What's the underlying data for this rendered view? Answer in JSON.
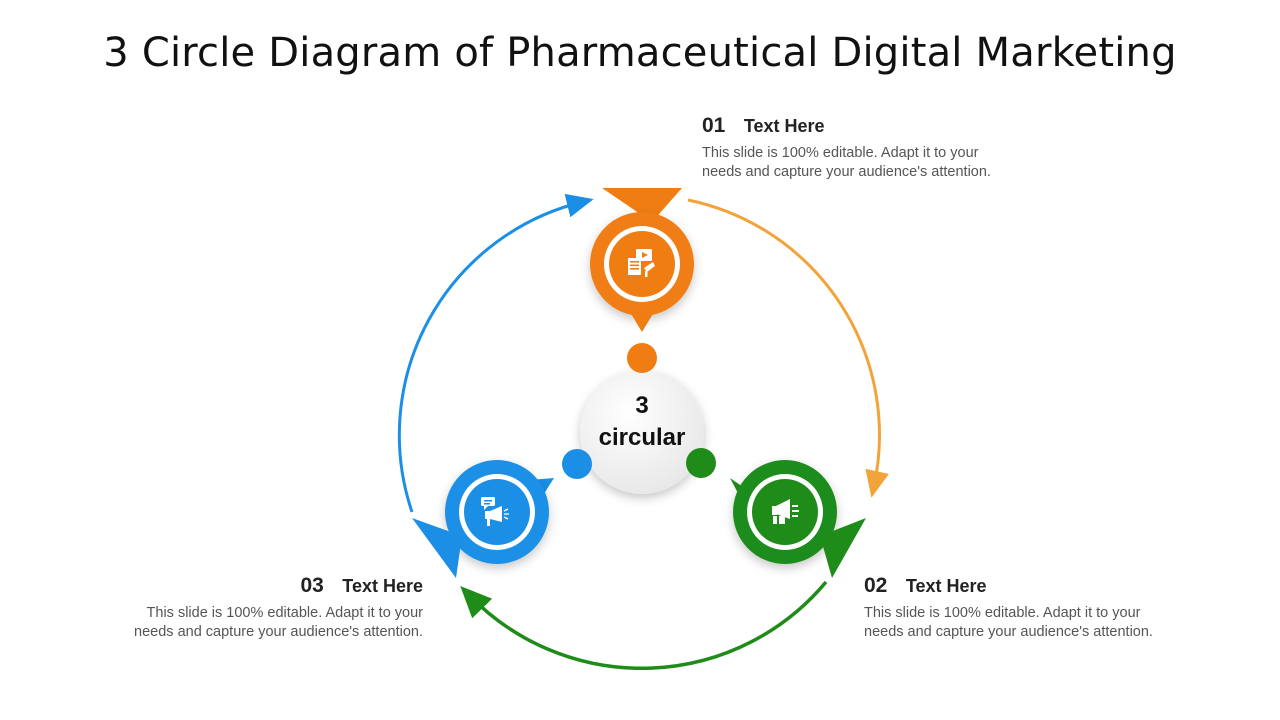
{
  "title": "3 Circle Diagram of Pharmaceutical Digital Marketing",
  "center": {
    "line1": "3",
    "line2": "circular"
  },
  "items": [
    {
      "number": "01",
      "label": "Text Here",
      "desc1": "This slide is 100% editable. Adapt it to your",
      "desc2": "needs and capture your audience's attention.",
      "color": "#f07d12",
      "icon": "video-document-icon"
    },
    {
      "number": "02",
      "label": "Text Here",
      "desc1": "This slide is 100% editable. Adapt it to your",
      "desc2": "needs and capture your audience's attention.",
      "color": "#1f8c1a",
      "icon": "megaphone-icon"
    },
    {
      "number": "03",
      "label": "Text Here",
      "desc1": "This slide is 100% editable. Adapt it to your",
      "desc2": "needs and capture your audience's attention.",
      "color": "#1b8fe6",
      "icon": "speaking-megaphone-icon"
    }
  ],
  "arrow_colors": {
    "orange": "#f2a33a",
    "green": "#1f8c1a",
    "blue": "#1b8fe6"
  }
}
